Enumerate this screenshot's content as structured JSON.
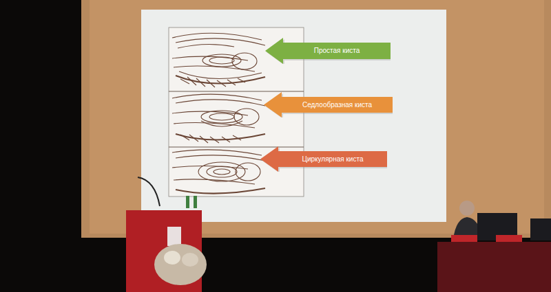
{
  "diagram": {
    "nodes": [
      {
        "text": [
          "Простая киста"
        ]
      },
      {
        "text": [
          "Седлообразная киста"
        ]
      },
      {
        "text": [
          "Циркулярная киста"
        ]
      }
    ]
  }
}
